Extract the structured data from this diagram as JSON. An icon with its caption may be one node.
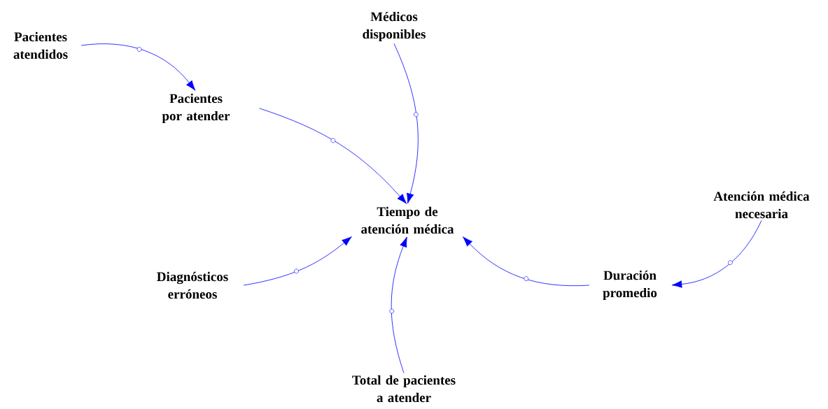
{
  "diagram": {
    "nodes": [
      {
        "text": [
          "Pacientes atendidos"
        ]
      },
      {
        "text": [
          "Médicos disponibles"
        ]
      },
      {
        "text": [
          "Pacientes por atender"
        ]
      },
      {
        "text": [
          "Tiempo de atención médica"
        ]
      },
      {
        "text": [
          "Atención médica necesaria"
        ]
      },
      {
        "text": [
          "Diagnósticos erróneos"
        ]
      },
      {
        "text": [
          "Duración promedio"
        ]
      },
      {
        "text": [
          "Total de pacientes a atender"
        ]
      }
    ],
    "edges": [
      {
        "from": 0,
        "to": 2,
        "arrow": "to"
      },
      {
        "from": 1,
        "to": 3,
        "arrow": "to"
      },
      {
        "from": 2,
        "to": 3,
        "arrow": "to"
      },
      {
        "from": 5,
        "to": 3,
        "arrow": "to"
      },
      {
        "from": 7,
        "to": 3,
        "arrow": "to"
      },
      {
        "from": 6,
        "to": 3,
        "arrow": "to"
      },
      {
        "from": 4,
        "to": 6,
        "arrow": "to"
      }
    ]
  }
}
